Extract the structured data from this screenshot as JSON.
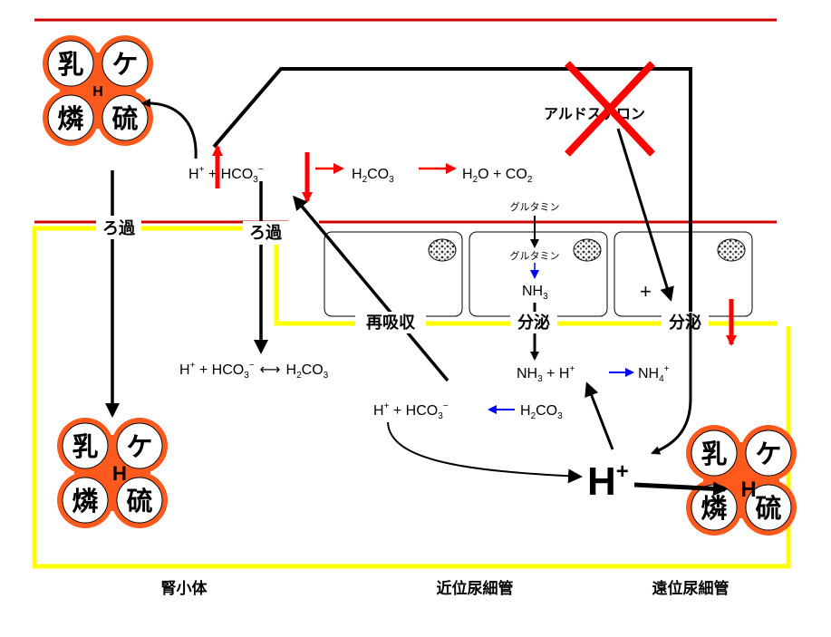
{
  "colors": {
    "accent_orange": "#ff5a1e",
    "red_arrow": "#ff0000",
    "yellow_line": "#ffff00",
    "blue_arrow": "#0000ff",
    "dark_red_line": "#cc0000"
  },
  "acid_clusters": {
    "top_left": {
      "tl": "乳",
      "tr": "ケ",
      "bl": "燐",
      "br": "硫",
      "center": "H"
    },
    "bottom_left": {
      "tl": "乳",
      "tr": "ケ",
      "bl": "燐",
      "br": "硫",
      "center": "H"
    },
    "bottom_right": {
      "tl": "乳",
      "tr": "ケ",
      "bl": "燐",
      "br": "硫",
      "center": "H"
    }
  },
  "labels": {
    "filtration_left": "ろ過",
    "filtration_mid": "ろ過",
    "reabsorption": "再吸収",
    "secretion_mid": "分泌",
    "secretion_right": "分泌",
    "aldosterone": "アルドステロン",
    "glutamine_top": "グルタミン",
    "glutamine_cell": "グルタミン",
    "plus_sign": "+"
  },
  "sections": {
    "glomerulus": "腎小体",
    "proximal_tubule": "近位尿細管",
    "distal_tubule": "遠位尿細管"
  },
  "equations": {
    "top": {
      "h": "H",
      "plus1": " + ",
      "hco3": "HCO",
      "sub3": "3",
      "minus": "−",
      "h2co3": "H",
      "h2co3_sub": "2",
      "h2co3_rest": "CO",
      "h2co3_sub3": "3",
      "h2o": "H",
      "h2o_sub": "2",
      "h2o_rest": "O + CO",
      "co2_sub": "2"
    },
    "middle_left": {
      "h": "H",
      "plus": " +  HCO",
      "sub3": "3",
      "minus": "−",
      "arrow": "⟷",
      "h2co3": "H",
      "sub2": "2",
      "rest": "CO",
      "sub3b": "3"
    },
    "middle_right": {
      "h": "H",
      "plus": " + HCO",
      "sub3": "3",
      "minus": "−",
      "h2co3": "H",
      "sub2": "2",
      "rest": "CO",
      "sub3b": "3"
    },
    "ammonia": {
      "nh3": "NH",
      "sub3": "3",
      "plus_h": " + H",
      "nh4": "NH",
      "sub4": "4",
      "plus": "+"
    },
    "nh3_cell": {
      "nh": "NH",
      "sub": "3"
    },
    "big_h": {
      "h": "H",
      "plus": "+"
    }
  }
}
